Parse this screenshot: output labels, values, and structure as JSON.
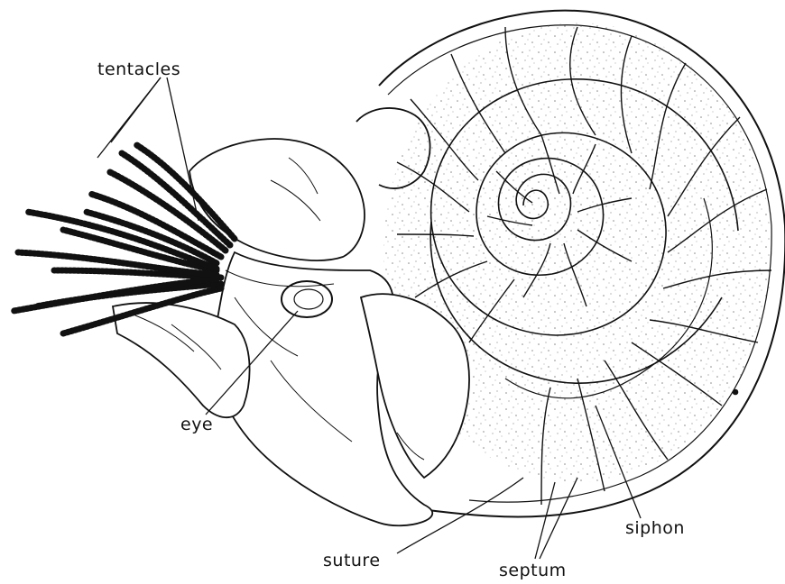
{
  "labels": {
    "tentacles": "tentacles",
    "eye": "eye",
    "suture": "suture",
    "septum": "septum",
    "siphon": "siphon"
  },
  "colors": {
    "ink": "#111111",
    "paper": "#ffffff",
    "stipple": "#555555"
  }
}
